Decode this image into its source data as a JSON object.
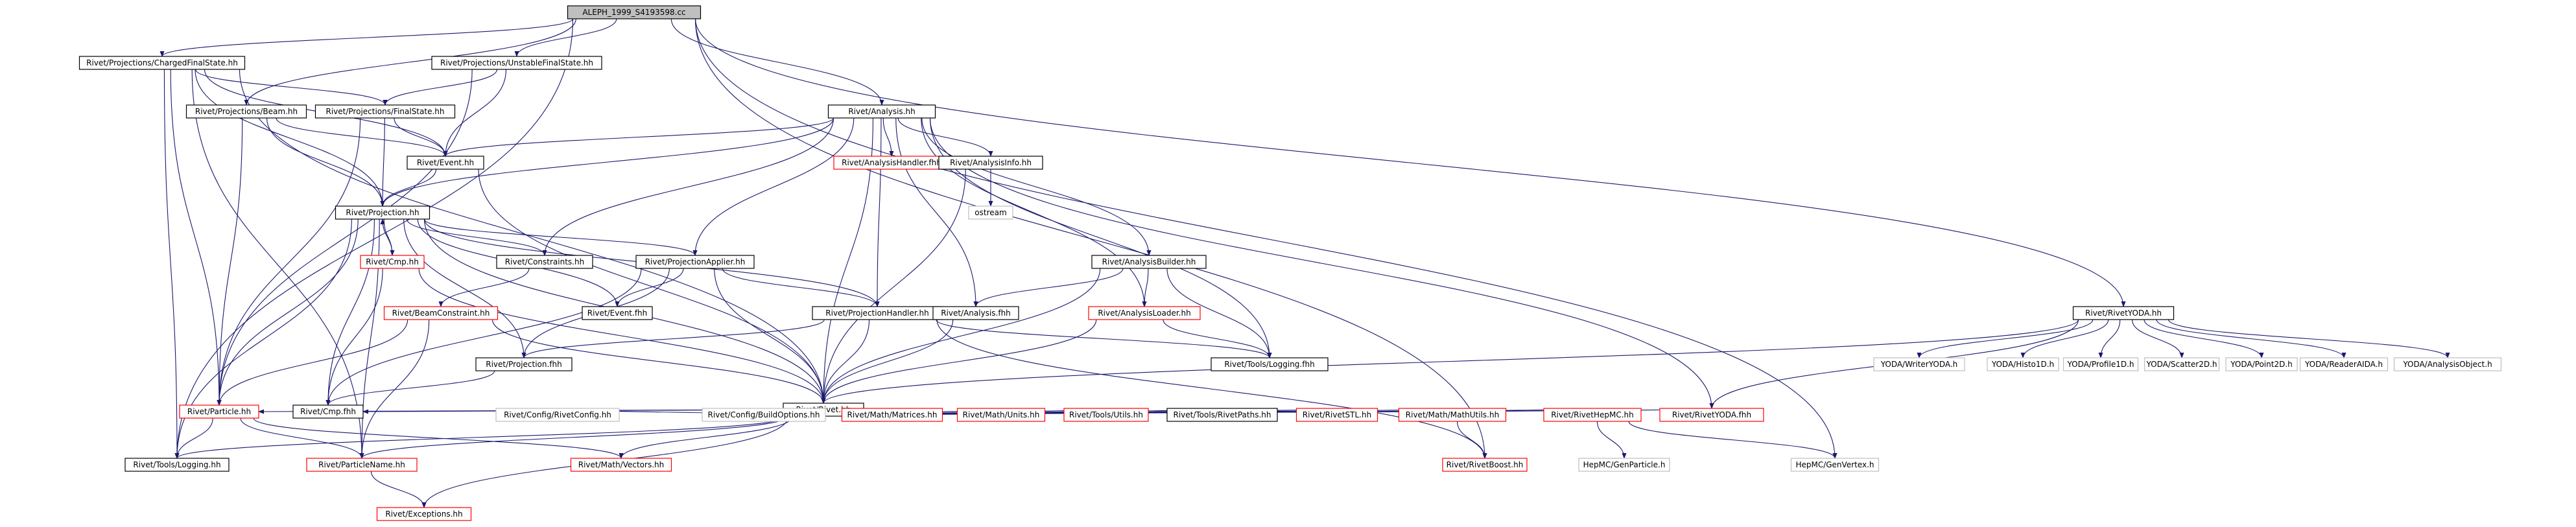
{
  "colors": {
    "root_fill": "#bfbfbf",
    "plain_border": "#000000",
    "red_border": "#ff0000",
    "external_border": "#bfbfbf",
    "edge": "#191970"
  },
  "nodes": [
    {
      "id": "root",
      "label": "ALEPH_1999_S4193598.cc",
      "style": "root"
    },
    {
      "id": "cfs",
      "label": "Rivet/Projections/ChargedFinalState.hh",
      "style": "plain"
    },
    {
      "id": "ufs",
      "label": "Rivet/Projections/UnstableFinalState.hh",
      "style": "plain"
    },
    {
      "id": "analysis",
      "label": "Rivet/Analysis.hh",
      "style": "plain"
    },
    {
      "id": "rivetyoda",
      "label": "Rivet/RivetYODA.hh",
      "style": "plain"
    },
    {
      "id": "beam",
      "label": "Rivet/Projections/Beam.hh",
      "style": "plain"
    },
    {
      "id": "fs",
      "label": "Rivet/Projections/FinalState.hh",
      "style": "plain"
    },
    {
      "id": "event",
      "label": "Rivet/Event.hh",
      "style": "plain"
    },
    {
      "id": "ahandler",
      "label": "Rivet/AnalysisHandler.fhh",
      "style": "red"
    },
    {
      "id": "ainfo",
      "label": "Rivet/AnalysisInfo.hh",
      "style": "plain"
    },
    {
      "id": "ostream",
      "label": "ostream",
      "style": "external"
    },
    {
      "id": "projection",
      "label": "Rivet/Projection.hh",
      "style": "plain"
    },
    {
      "id": "cmp",
      "label": "Rivet/Cmp.hh",
      "style": "red"
    },
    {
      "id": "constraints",
      "label": "Rivet/Constraints.hh",
      "style": "plain"
    },
    {
      "id": "projapplier",
      "label": "Rivet/ProjectionApplier.hh",
      "style": "plain"
    },
    {
      "id": "abuilder",
      "label": "Rivet/AnalysisBuilder.hh",
      "style": "plain"
    },
    {
      "id": "beamconstraint",
      "label": "Rivet/BeamConstraint.hh",
      "style": "red"
    },
    {
      "id": "eventfhh",
      "label": "Rivet/Event.fhh",
      "style": "plain"
    },
    {
      "id": "projhandler",
      "label": "Rivet/ProjectionHandler.hh",
      "style": "plain"
    },
    {
      "id": "analysisfhh",
      "label": "Rivet/Analysis.fhh",
      "style": "plain"
    },
    {
      "id": "aloader",
      "label": "Rivet/AnalysisLoader.hh",
      "style": "red"
    },
    {
      "id": "projfhh",
      "label": "Rivet/Projection.fhh",
      "style": "plain"
    },
    {
      "id": "rivethh",
      "label": "Rivet/Rivet.hh",
      "style": "plain"
    },
    {
      "id": "loggingfhh",
      "label": "Rivet/Tools/Logging.fhh",
      "style": "plain"
    },
    {
      "id": "particle",
      "label": "Rivet/Particle.hh",
      "style": "red"
    },
    {
      "id": "cmpfhh",
      "label": "Rivet/Cmp.fhh",
      "style": "plain"
    },
    {
      "id": "rivetconfig",
      "label": "Rivet/Config/RivetConfig.hh",
      "style": "external"
    },
    {
      "id": "buildoptions",
      "label": "Rivet/Config/BuildOptions.hh",
      "style": "external"
    },
    {
      "id": "matrices",
      "label": "Rivet/Math/Matrices.hh",
      "style": "red"
    },
    {
      "id": "units",
      "label": "Rivet/Math/Units.hh",
      "style": "red"
    },
    {
      "id": "utils",
      "label": "Rivet/Tools/Utils.hh",
      "style": "red"
    },
    {
      "id": "rivetpaths",
      "label": "Rivet/Tools/RivetPaths.hh",
      "style": "plain"
    },
    {
      "id": "rivetstl",
      "label": "Rivet/RivetSTL.hh",
      "style": "red"
    },
    {
      "id": "mathutils",
      "label": "Rivet/Math/MathUtils.hh",
      "style": "red"
    },
    {
      "id": "rivethepmc",
      "label": "Rivet/RivetHepMC.hh",
      "style": "red"
    },
    {
      "id": "rivetyodafhh",
      "label": "Rivet/RivetYODA.fhh",
      "style": "red"
    },
    {
      "id": "logginghh",
      "label": "Rivet/Tools/Logging.hh",
      "style": "plain"
    },
    {
      "id": "particlename",
      "label": "Rivet/ParticleName.hh",
      "style": "red"
    },
    {
      "id": "vectors",
      "label": "Rivet/Math/Vectors.hh",
      "style": "red"
    },
    {
      "id": "rivetboost",
      "label": "Rivet/RivetBoost.hh",
      "style": "red"
    },
    {
      "id": "genparticle",
      "label": "HepMC/GenParticle.h",
      "style": "external"
    },
    {
      "id": "genvertex",
      "label": "HepMC/GenVertex.h",
      "style": "external"
    },
    {
      "id": "exceptions",
      "label": "Rivet/Exceptions.hh",
      "style": "red"
    },
    {
      "id": "writeryoda",
      "label": "YODA/WriterYODA.h",
      "style": "external"
    },
    {
      "id": "histo1d",
      "label": "YODA/Histo1D.h",
      "style": "external"
    },
    {
      "id": "profile1d",
      "label": "YODA/Profile1D.h",
      "style": "external"
    },
    {
      "id": "scatter2d",
      "label": "YODA/Scatter2D.h",
      "style": "external"
    },
    {
      "id": "point2d",
      "label": "YODA/Point2D.h",
      "style": "external"
    },
    {
      "id": "readeraida",
      "label": "YODA/ReaderAIDA.h",
      "style": "external"
    },
    {
      "id": "analysisobject",
      "label": "YODA/AnalysisObject.h",
      "style": "external"
    }
  ]
}
